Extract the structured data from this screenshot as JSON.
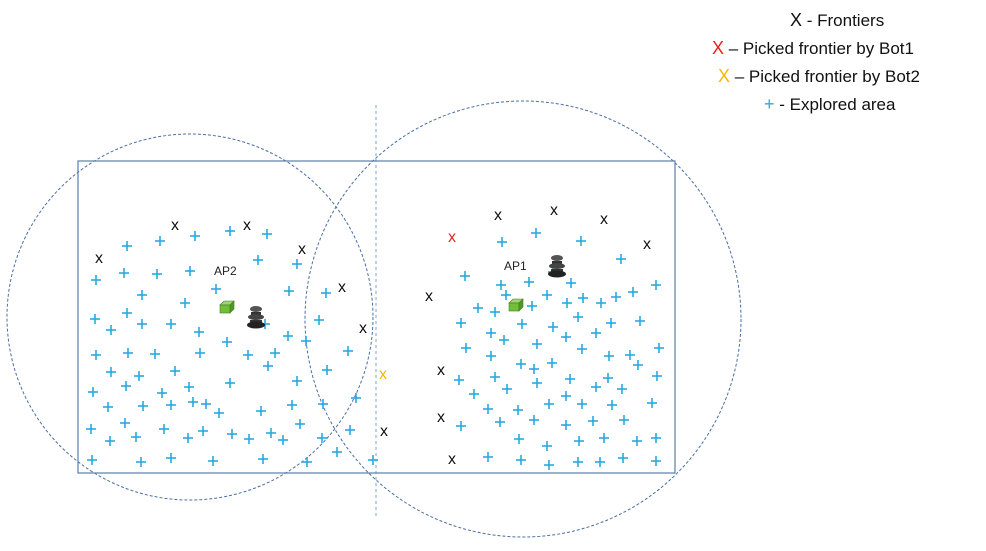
{
  "legend": {
    "frontiers": {
      "symbol": "X",
      "text": " - Frontiers",
      "color": "#111111"
    },
    "bot1": {
      "symbol": "X",
      "text": " – Picked frontier by Bot1",
      "color": "#e8211c"
    },
    "bot2": {
      "symbol": "X",
      "text": " – Picked frontier by Bot2",
      "color": "#f5b800"
    },
    "explored": {
      "symbol": "+",
      "text": " - Explored area",
      "color": "#29a8e0"
    }
  },
  "labels": {
    "ap1": "AP1",
    "ap2": "AP2"
  },
  "marker_text": "x",
  "colors": {
    "circle": "#4a6fa5",
    "rect": "#5b7fa8",
    "plus": "#29a8e0",
    "frontier": "#111111",
    "bot1": "#e8211c",
    "bot2": "#f5b800",
    "router": "#6fbf3a"
  },
  "icons": [
    "router-icon",
    "robot-icon"
  ]
}
